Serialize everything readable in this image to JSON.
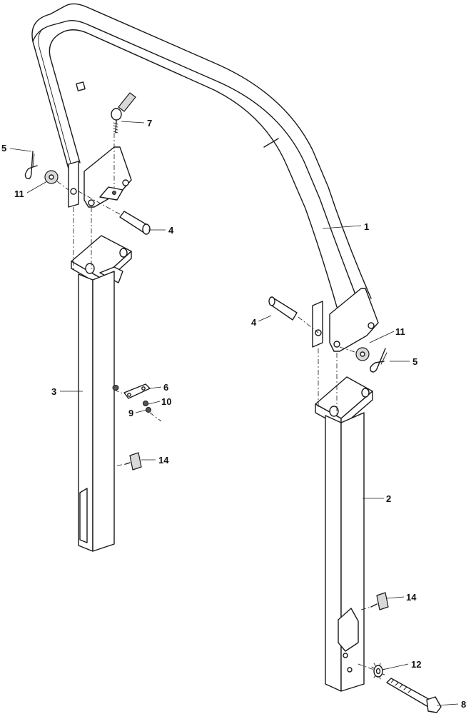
{
  "diagram": {
    "callouts": {
      "c1": "1",
      "c2": "2",
      "c3": "3",
      "c4a": "4",
      "c4b": "4",
      "c5a": "5",
      "c5b": "5",
      "c6": "6",
      "c7": "7",
      "c8": "8",
      "c9": "9",
      "c10": "10",
      "c11a": "11",
      "c11b": "11",
      "c12": "12",
      "c14a": "14",
      "c14b": "14"
    }
  }
}
